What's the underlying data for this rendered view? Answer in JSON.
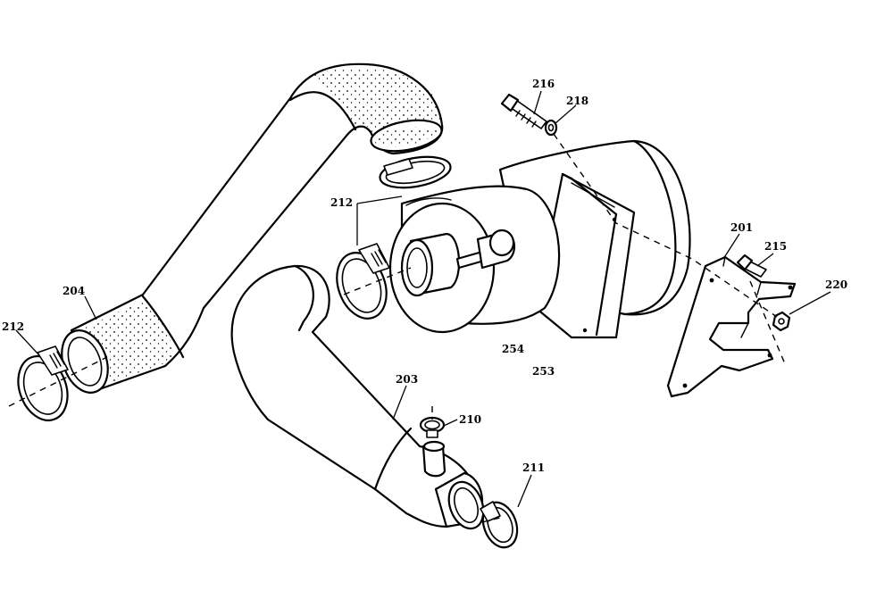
{
  "labels": {
    "l201": "201",
    "l203": "203",
    "l204": "204",
    "l210": "210",
    "l211": "211",
    "l212a": "212",
    "l212b": "212",
    "l215": "215",
    "l216": "216",
    "l218": "218",
    "l220": "220",
    "l253": "253",
    "l254": "254"
  }
}
